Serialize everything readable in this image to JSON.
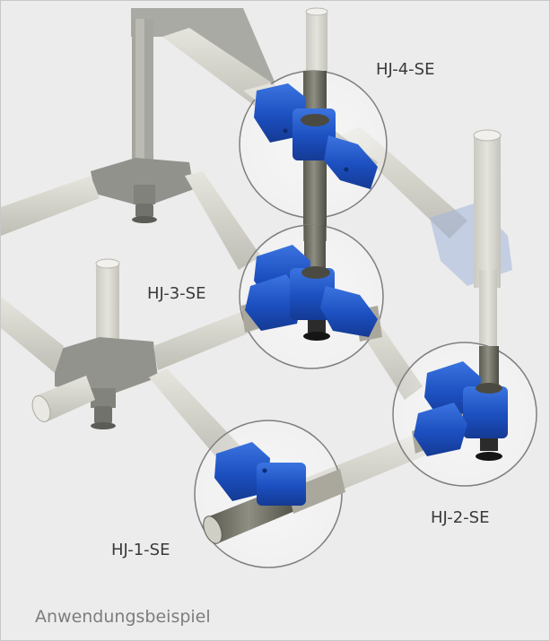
{
  "labels": {
    "hj4": "HJ-4-SE",
    "hj3": "HJ-3-SE",
    "hj2": "HJ-2-SE",
    "hj1": "HJ-1-SE"
  },
  "caption": "Anwendungsbeispiel",
  "colors": {
    "background": "#ececec",
    "connector": "#1f56c9",
    "tube_steel": "#8c8c7c",
    "tube_light": "#d4d3cb",
    "grey_connector": "#9b9b9b"
  }
}
